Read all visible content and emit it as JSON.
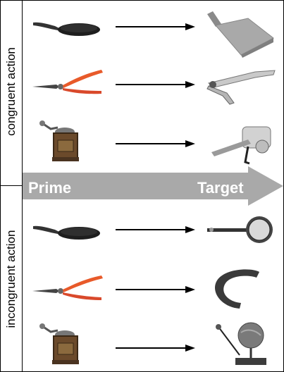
{
  "labels": {
    "congruent": "congruent action",
    "incongruent": "incongruent action",
    "prime": "Prime",
    "target": "Target"
  },
  "colors": {
    "band": "#a9a9a9",
    "arrow": "#000000",
    "text_on_band": "#ffffff",
    "frame": "#000000"
  },
  "rows": [
    {
      "group": "congruent",
      "prime_icon": "frying-pan-icon",
      "target_icon": "dustpan-icon"
    },
    {
      "group": "congruent",
      "prime_icon": "pliers-icon",
      "target_icon": "nutcracker-icon"
    },
    {
      "group": "congruent",
      "prime_icon": "coffee-grinder-icon",
      "target_icon": "rotary-grater-icon"
    },
    {
      "group": "incongruent",
      "prime_icon": "frying-pan-icon",
      "target_icon": "banjo-icon"
    },
    {
      "group": "incongruent",
      "prime_icon": "pliers-icon",
      "target_icon": "horseshoe-icon"
    },
    {
      "group": "incongruent",
      "prime_icon": "coffee-grinder-icon",
      "target_icon": "globe-icon"
    }
  ]
}
